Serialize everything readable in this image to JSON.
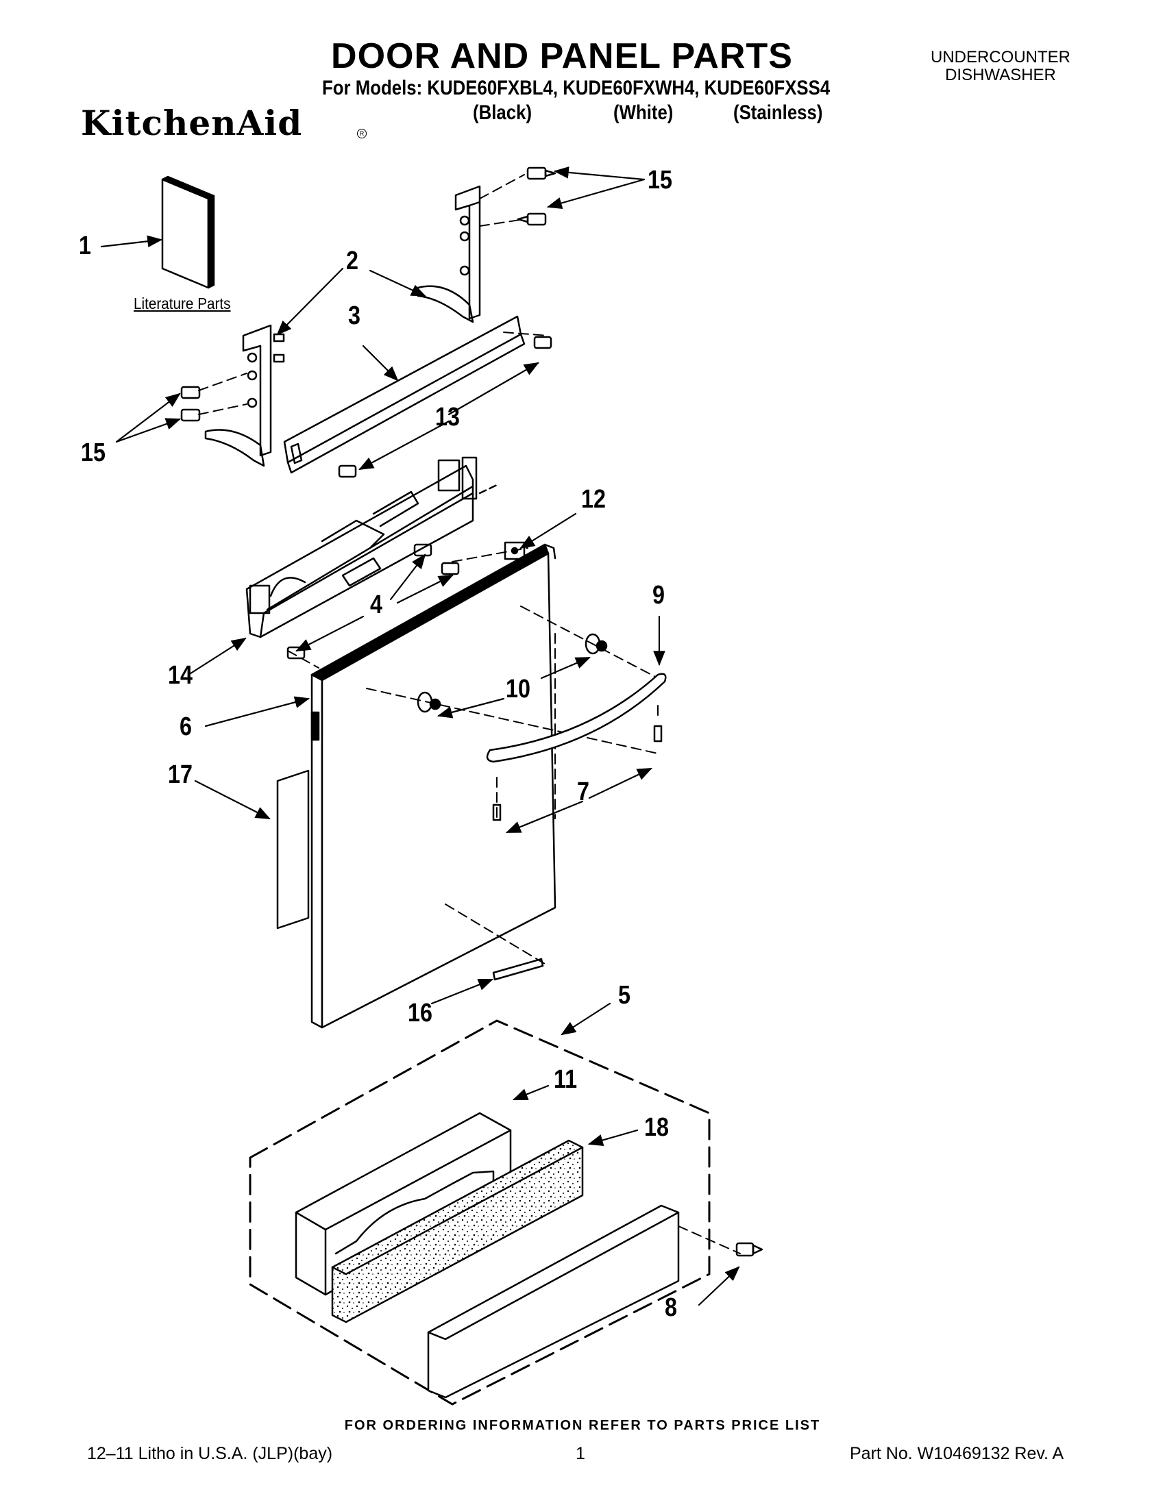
{
  "header": {
    "title": "DOOR AND PANEL PARTS",
    "models_line": "For Models: KUDE60FXBL4, KUDE60FXWH4, KUDE60FXSS4",
    "variants": [
      "(Black)",
      "(White)",
      "(Stainless)"
    ],
    "appliance_type_line1": "UNDERCOUNTER",
    "appliance_type_line2": "DISHWASHER",
    "brand": "KitchenAid",
    "brand_mark": "R"
  },
  "diagram": {
    "literature_label": "Literature Parts",
    "callouts": [
      "1",
      "2",
      "3",
      "4",
      "5",
      "6",
      "7",
      "8",
      "9",
      "10",
      "11",
      "12",
      "13",
      "14",
      "15",
      "15",
      "16",
      "17",
      "18"
    ]
  },
  "footer": {
    "ordering_note": "FOR ORDERING INFORMATION REFER TO PARTS PRICE LIST",
    "litho": "12–11 Litho in U.S.A. (JLP)(bay)",
    "page": "1",
    "part_no": "Part No. W10469132 Rev. A"
  }
}
